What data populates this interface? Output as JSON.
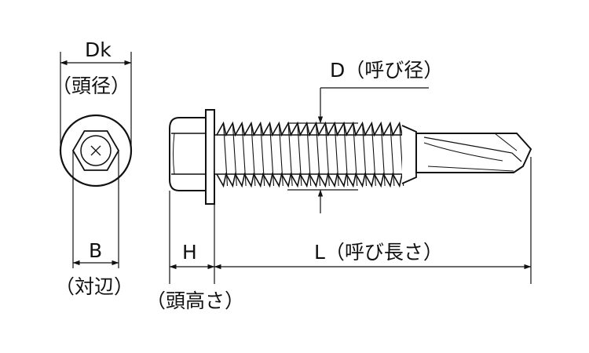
{
  "labels": {
    "dk": "Dk",
    "dk_sub": "（頭径）",
    "d": "D（呼び径）",
    "b": "B",
    "b_sub": "（対辺）",
    "h": "H",
    "h_sub": "（頭高さ）",
    "l": "L（呼び長さ）"
  },
  "colors": {
    "line": "#111111",
    "fill": "#ffffff"
  }
}
